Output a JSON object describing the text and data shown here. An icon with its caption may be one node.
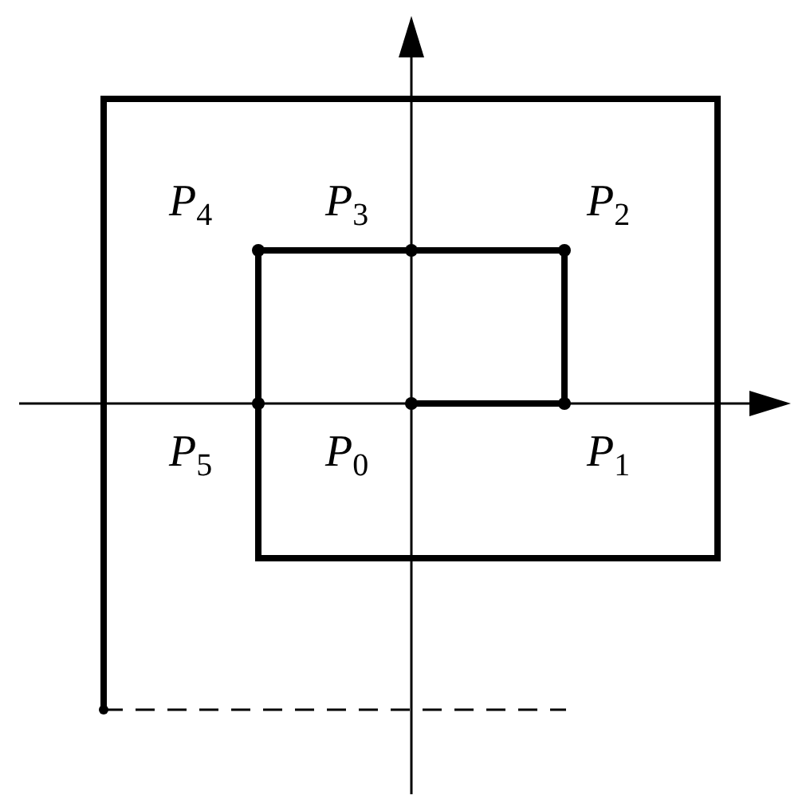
{
  "diagram": {
    "nodes": [
      {
        "text": [
          "P$_{4}$"
        ]
      },
      {
        "text": [
          "P$_{3}$"
        ]
      },
      {
        "text": [
          "P$_{2}$"
        ]
      },
      {
        "text": [
          "P$_{5}$"
        ]
      },
      {
        "text": [
          "P$_{0}$"
        ]
      },
      {
        "text": [
          "P$_{1}$"
        ]
      }
    ],
    "edges": [
      {
        "from": 4,
        "to": 5,
        "arrow": "none"
      },
      {
        "from": 5,
        "to": 2,
        "arrow": "none"
      },
      {
        "from": 2,
        "to": 1,
        "arrow": "none"
      },
      {
        "from": 1,
        "to": 0,
        "arrow": "none"
      },
      {
        "from": 0,
        "to": 3,
        "arrow": "none"
      },
      {
        "from": 3,
        "to": null,
        "arrow": "other"
      }
    ]
  }
}
